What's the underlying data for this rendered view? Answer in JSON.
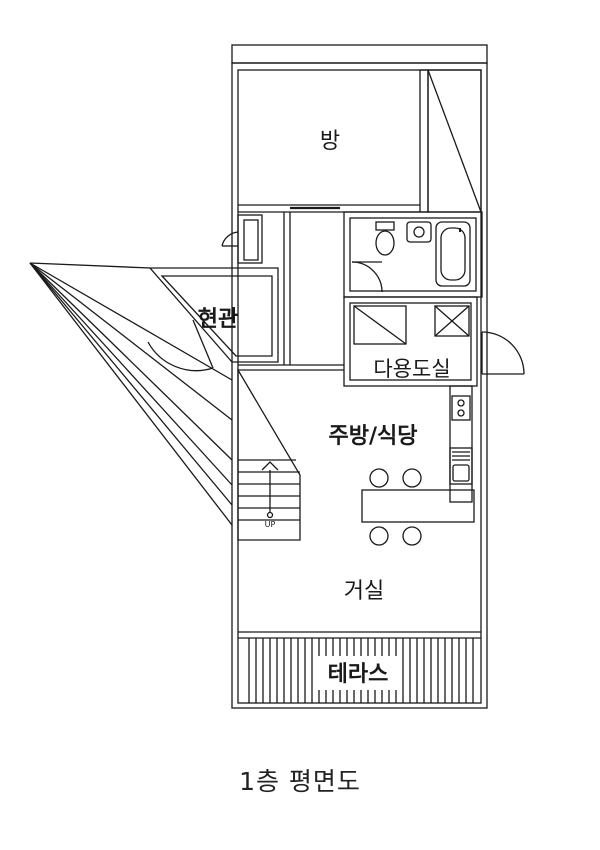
{
  "rooms": {
    "bang": "방",
    "hyeongwan": "현관",
    "dayongdosil": "다용도실",
    "jubang": "주방/식당",
    "geosil": "거실",
    "terrace": "테라스"
  },
  "stair_marker": "UP",
  "caption": "1층 평면도",
  "colors": {
    "line": "#1a1a1a",
    "background": "#ffffff"
  }
}
